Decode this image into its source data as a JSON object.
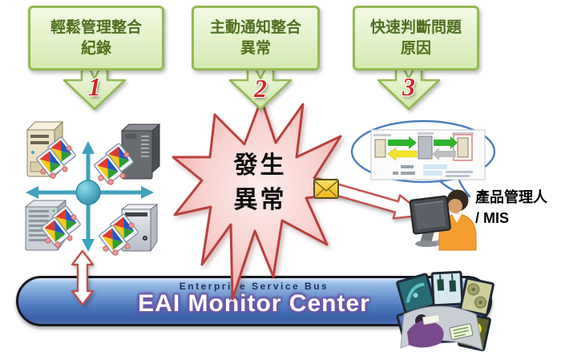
{
  "callouts": [
    {
      "number": "1",
      "line1": "輕鬆管理整合",
      "line2": "紀錄"
    },
    {
      "number": "2",
      "line1": "主動通知整合",
      "line2": "異常"
    },
    {
      "number": "3",
      "line1": "快速判斷問題",
      "line2": "原因"
    }
  ],
  "burst": {
    "line1": "發生",
    "line2": "異常"
  },
  "person_label": {
    "line1": "產品管理人",
    "line2": "/ MIS"
  },
  "banner": {
    "subtitle": "Enterprise Service Bus",
    "title": "EAI Monitor Center"
  },
  "icons": {
    "hub": "integration-hub-cross-arrows",
    "servers": "four-application-servers",
    "cards": "integration-record-cards",
    "burst": "exception-starburst",
    "envelope": "mail-notification-icon",
    "bubble": "diagnosis-flow-speech-bubble",
    "operator": "admin-at-monitor-icon",
    "collage": "monitoring-wall-collage",
    "double_arrow": "esb-link-double-arrow",
    "notify_arrow": "notification-arrow"
  },
  "colors": {
    "callout_border": "#94b953",
    "callout_text": "#4e7020",
    "number_red": "#ce2a26",
    "burst_fill": "#f5c6c2",
    "burst_border": "#b8413e",
    "teal": "#3da3bd",
    "red_arrow": "#c0504d",
    "envelope_yellow": "#f8c81c",
    "bubble_blue": "#4a7ebf",
    "banner_blue": "#4a74ba",
    "banner_title_glow": "#6b59a8"
  }
}
